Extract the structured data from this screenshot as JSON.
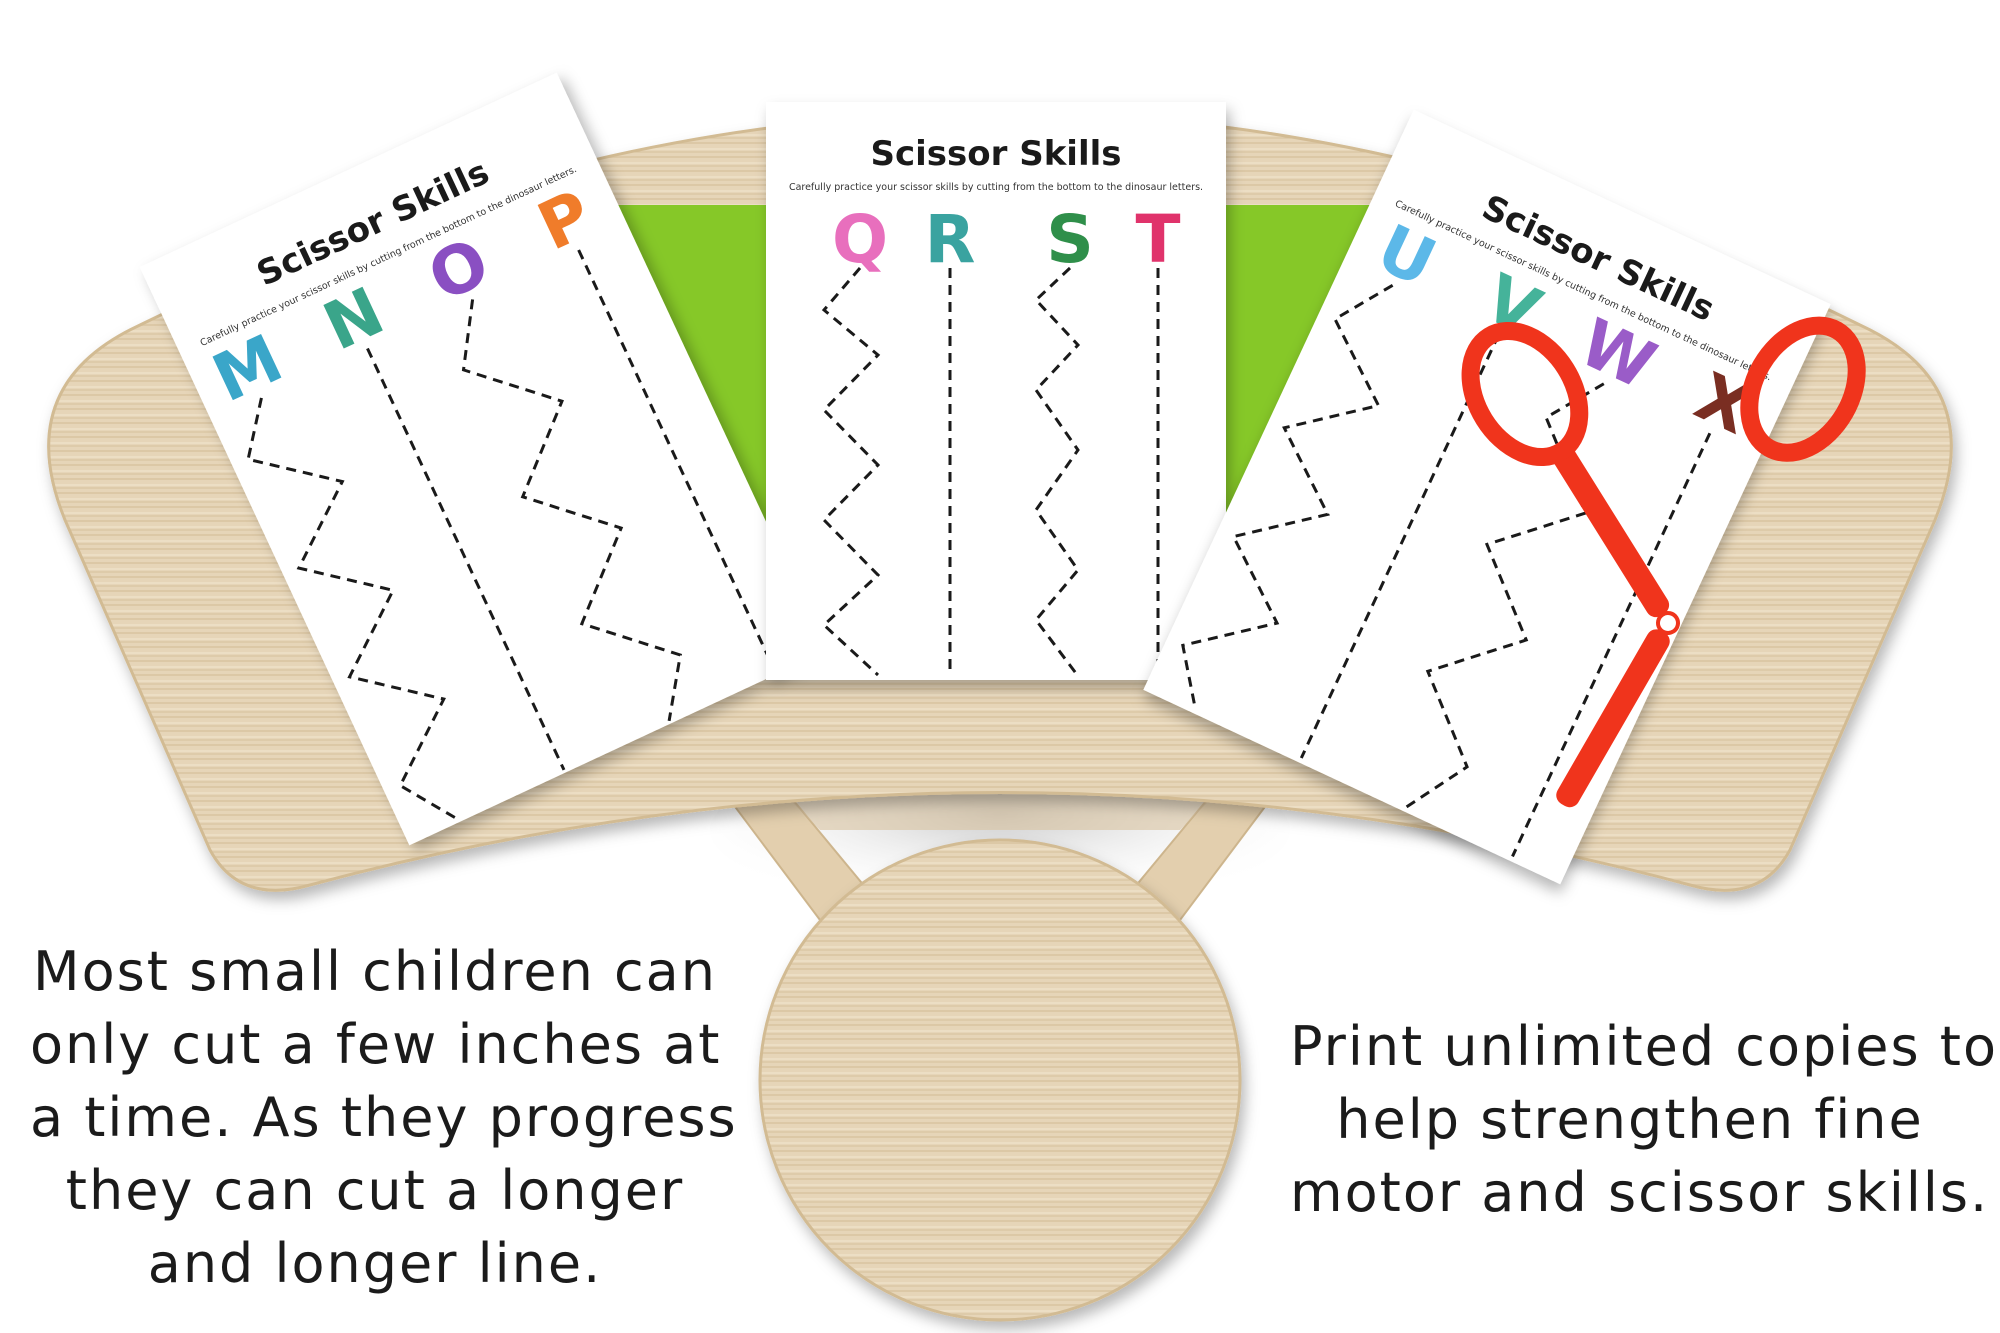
{
  "worksheets": [
    {
      "title": "Scissor Skills",
      "subtitle": "Carefully practice your scissor skills by cutting from the bottom to the dinosaur letters.",
      "letters": [
        {
          "char": "M",
          "color": "#3aa6c9"
        },
        {
          "char": "N",
          "color": "#3aa58a"
        },
        {
          "char": "O",
          "color": "#8a4fc2"
        },
        {
          "char": "P",
          "color": "#f07c2a"
        }
      ]
    },
    {
      "title": "Scissor Skills",
      "subtitle": "Carefully practice your scissor skills by cutting from the bottom to the dinosaur letters.",
      "letters": [
        {
          "char": "Q",
          "color": "#e86fbd"
        },
        {
          "char": "R",
          "color": "#3aa3a0"
        },
        {
          "char": "S",
          "color": "#2f8f4a"
        },
        {
          "char": "T",
          "color": "#e0336b"
        }
      ]
    },
    {
      "title": "Scissor Skills",
      "subtitle": "Carefully practice your scissor skills by cutting from the bottom to the dinosaur letters.",
      "letters": [
        {
          "char": "U",
          "color": "#5cb8e8"
        },
        {
          "char": "V",
          "color": "#45b39a"
        },
        {
          "char": "W",
          "color": "#9a5cc8"
        },
        {
          "char": "X",
          "color": "#7a2e22"
        }
      ]
    }
  ],
  "captions": {
    "left": [
      "Most small children can",
      "only cut a few inches at",
      "a time. As they progress",
      "they can cut a longer",
      "and longer line."
    ],
    "right": [
      "Print unlimited copies to",
      "help strengthen fine",
      "motor and scissor skills."
    ]
  },
  "colors": {
    "wood": "#e6d5b8",
    "green_board": "#86c828",
    "scissors": "#f0341c"
  },
  "icons": {
    "scissors": "scissors-icon"
  }
}
